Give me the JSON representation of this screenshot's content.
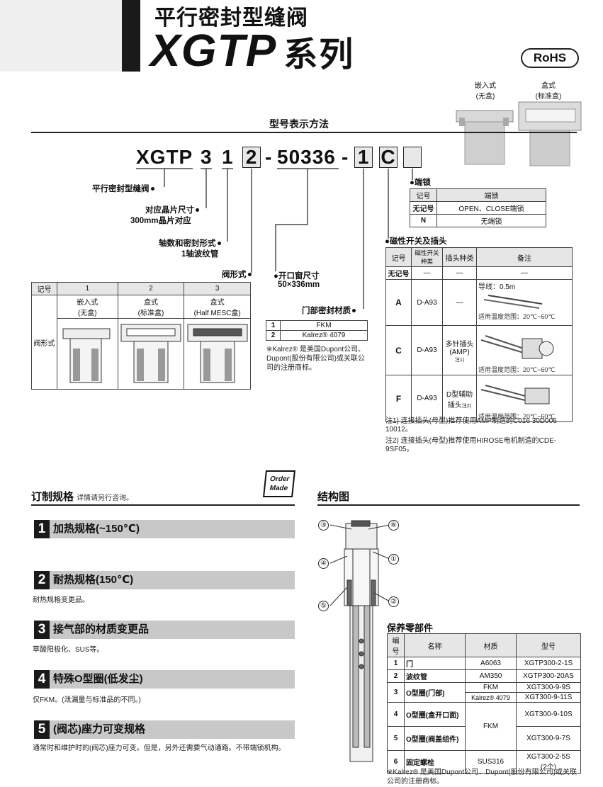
{
  "header": {
    "title_cn": "平行密封型缝阀",
    "series_code": "XGTP",
    "series_word": "系列",
    "rohs": "RoHS"
  },
  "product_images": [
    {
      "label_1": "嵌入式",
      "label_2": "(无盒)"
    },
    {
      "label_1": "盒式",
      "label_2": "(标准盒)"
    }
  ],
  "model": {
    "section_title": "型号表示方法",
    "parts": [
      "XGTP",
      "3",
      "1",
      "2",
      "50336",
      "1",
      "C"
    ],
    "labels": {
      "valve": "平行密封型缝阀",
      "size_1": "对应晶片尺寸",
      "size_2": "300mm晶片对应",
      "axis_1": "轴数和密封形式",
      "axis_2": "1轴波纹管",
      "valve_form": "阀形式",
      "opening_1": "开口窗尺寸",
      "opening_2": "50×336mm",
      "door_seal": "门部密封材质",
      "end_lock": "端锁",
      "mag_switch": "磁性开关及插头"
    },
    "valve_form_table": {
      "headers": [
        "记号",
        "1",
        "2",
        "3"
      ],
      "row_label": "阀形式",
      "items": [
        [
          "嵌入式",
          "(无盒)"
        ],
        [
          "盒式",
          "(标准盒)"
        ],
        [
          "盒式",
          "(Half MESC盒)"
        ]
      ]
    },
    "door_seal_table": [
      [
        "1",
        "FKM"
      ],
      [
        "2",
        "Kalrez® 4079"
      ]
    ],
    "door_seal_note": "※Kalrez® 是美国Dupont公司、Dupont(股份有限公司)或关联公司的注册商标。",
    "end_lock_table": {
      "headers": [
        "记号",
        "端锁"
      ],
      "rows": [
        [
          "无记号",
          "OPEN、CLOSE端锁"
        ],
        [
          "N",
          "无端锁"
        ]
      ]
    },
    "mag_table": {
      "headers": [
        "记号",
        "磁性开关种类",
        "插头种类",
        "备注"
      ],
      "rows": [
        {
          "code": "无记号",
          "switch": "—",
          "plug": "—",
          "note": "—"
        },
        {
          "code": "A",
          "switch": "D-A93",
          "plug": "—",
          "lead": "导线：0.5m",
          "temp": "适用温度范围：20℃~60℃"
        },
        {
          "code": "C",
          "switch": "D-A93",
          "plug": "多针插头(AMP)",
          "plug_note": "注1)",
          "temp": "适用温度范围：20℃~60℃"
        },
        {
          "code": "F",
          "switch": "D-A93",
          "plug": "D型辅助插头",
          "plug_note": "注2)",
          "temp": "适用温度范围：20℃~60℃"
        }
      ],
      "notes": [
        "注1) 连接插头(母型)推荐使用AMP制造的C016 30D006 10012。",
        "注2) 连接插头(母型)推荐使用HIROSE电机制造的CDE-9SF05。"
      ]
    }
  },
  "custom": {
    "title": "订制规格",
    "subtitle": "详情请另行咨询。",
    "badge_1": "Order",
    "badge_2": "Made",
    "items": [
      {
        "num": "1",
        "title": "加热规格(~150℃)",
        "desc": ""
      },
      {
        "num": "2",
        "title": "耐热规格(150℃)",
        "desc": "耐热规格变更品。"
      },
      {
        "num": "3",
        "title": "接气部的材质变更品",
        "desc": "草酸阳极化、SUS等。"
      },
      {
        "num": "4",
        "title": "特殊O型圈(低发尘)",
        "desc": "仅FKM。(泄漏量与标准品的不同。)"
      },
      {
        "num": "5",
        "title": "(阀芯)座力可变规格",
        "desc": "通常时和维护时的(阀芯)座力可变。但是，另外还需要气动通路。不带端锁机构。"
      }
    ]
  },
  "structure": {
    "title": "结构图",
    "callouts": [
      "③",
      "⑥",
      "④",
      "①",
      "⑤",
      "②"
    ]
  },
  "parts": {
    "title": "保养零部件",
    "headers": [
      "编号",
      "名称",
      "材质",
      "型号"
    ],
    "rows": [
      {
        "no": "1",
        "name": "门",
        "mat": "A6063",
        "model": "XGTP300-2-1S"
      },
      {
        "no": "2",
        "name": "波纹管",
        "mat": "AM350",
        "model": "XGTP300-20AS"
      },
      {
        "no": "3",
        "name": "O型圈(门部)",
        "mat": "FKM",
        "model": "XGT300-9-9S",
        "mat2": "Kalrez® 4079",
        "model2": "XGT300-9-11S"
      },
      {
        "no": "4",
        "name": "O型圈(盒开口面)",
        "mat": "FKM",
        "model": "XGT300-9-10S"
      },
      {
        "no": "5",
        "name": "O型圈(阀盖组件)",
        "mat": "",
        "model": "XGT300-9-7S"
      },
      {
        "no": "6",
        "name": "固定螺栓",
        "mat": "SUS316",
        "model": "XGT300-2-5S",
        "model_b": "(2个)"
      }
    ],
    "note": "※Kalrez® 是美国Dupont公司、Dupont(股份有限公司)或关联公司的注册商标。"
  }
}
